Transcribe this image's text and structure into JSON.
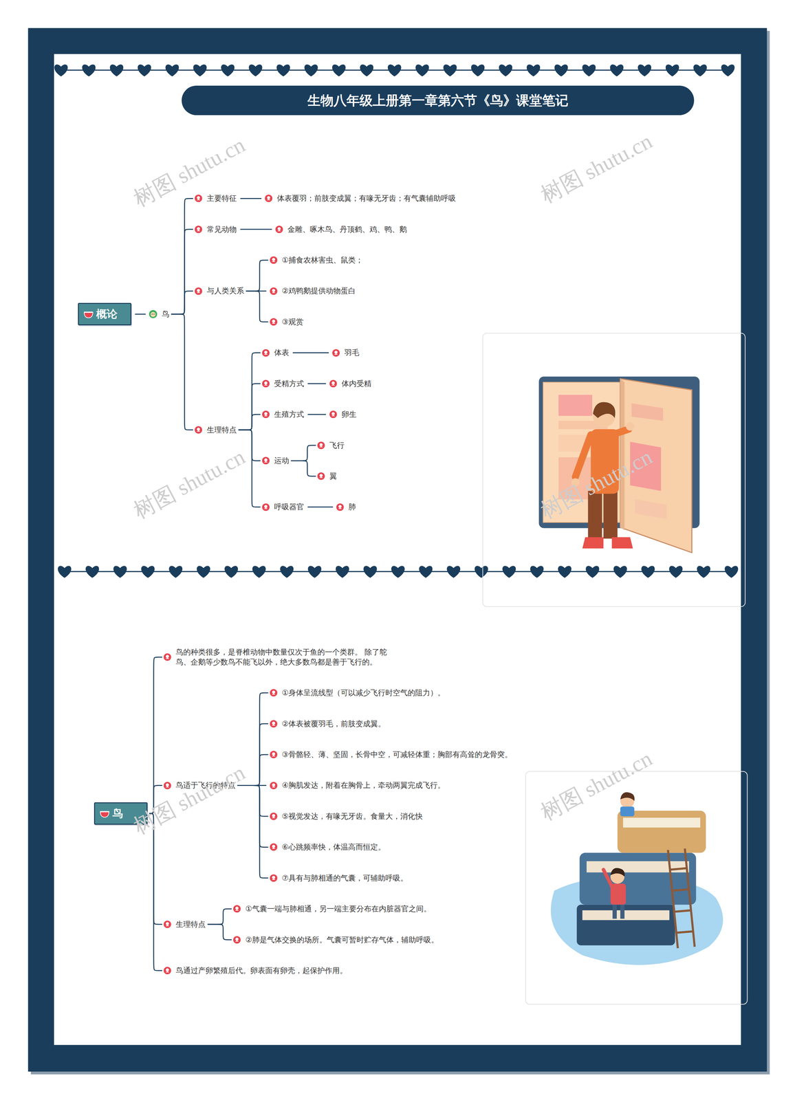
{
  "diagram": {
    "title": "生物八年级上册第一章第六节《鸟》课堂笔记",
    "nodes": [
      {
        "text": [
          "概论"
        ]
      },
      {
        "text": [
          "鸟"
        ]
      },
      {
        "text": [
          "主要特征"
        ]
      },
      {
        "text": [
          "体表覆羽；前肢变成翼；有喙无牙齿；有气囊辅助呼吸"
        ]
      },
      {
        "text": [
          "常见动物"
        ]
      },
      {
        "text": [
          "金雕、啄木鸟、丹顶鹤、鸡、鸭、鹅"
        ]
      },
      {
        "text": [
          "与人类关系"
        ]
      },
      {
        "text": [
          "①捕食农林害虫、鼠类；"
        ]
      },
      {
        "text": [
          "②鸡鸭鹅提供动物蛋白"
        ]
      },
      {
        "text": [
          "③观赏"
        ]
      },
      {
        "text": [
          "生理特点"
        ]
      },
      {
        "text": [
          "体表"
        ]
      },
      {
        "text": [
          "羽毛"
        ]
      },
      {
        "text": [
          "受精方式"
        ]
      },
      {
        "text": [
          "体内受精"
        ]
      },
      {
        "text": [
          "生殖方式"
        ]
      },
      {
        "text": [
          "卵生"
        ]
      },
      {
        "text": [
          "运动"
        ]
      },
      {
        "text": [
          "飞行"
        ]
      },
      {
        "text": [
          "翼"
        ]
      },
      {
        "text": [
          "呼吸器官"
        ]
      },
      {
        "text": [
          "肺"
        ]
      },
      {
        "text": [
          "鸟"
        ]
      },
      {
        "text": [
          "鸟的种类很多，是脊椎动物中数量仅次于鱼的一个类群。 除了鸵鸟、企鹅等少数鸟不能飞以外，绝大多数鸟都是善于飞行的。"
        ]
      },
      {
        "text": [
          "鸟适于飞行的特点"
        ]
      },
      {
        "text": [
          "①身体呈流线型（可以减少飞行时空气的阻力）。"
        ]
      },
      {
        "text": [
          "②体表被覆羽毛，前肢变成翼。"
        ]
      },
      {
        "text": [
          "③骨骼轻、薄、坚固，长骨中空，可减轻体重；胸部有高耸的龙骨突。"
        ]
      },
      {
        "text": [
          "④胸肌发达，附着在胸骨上，牵动两翼完成飞行。"
        ]
      },
      {
        "text": [
          "⑤视觉发达，有喙无牙齿。食量大，消化快"
        ]
      },
      {
        "text": [
          "⑥心跳频率快，体温高而恒定。"
        ]
      },
      {
        "text": [
          "⑦具有与肺相通的气囊，可辅助呼吸。"
        ]
      },
      {
        "text": [
          "生理特点"
        ]
      },
      {
        "text": [
          "①气囊一端与肺相通，另一端主要分布在内脏器官之间。"
        ]
      },
      {
        "text": [
          "②肺是气体交换的场所。气囊可暂时贮存气体，辅助呼吸。"
        ]
      },
      {
        "text": [
          "鸟通过产卵繁殖后代。卵表面有卵壳，起保护作用。"
        ]
      }
    ],
    "edges": [
      {
        "from": 0,
        "to": 1,
        "arrow": "none"
      },
      {
        "from": 1,
        "to": 2,
        "arrow": "none"
      },
      {
        "from": 1,
        "to": 4,
        "arrow": "none"
      },
      {
        "from": 1,
        "to": 6,
        "arrow": "none"
      },
      {
        "from": 1,
        "to": 10,
        "arrow": "none"
      },
      {
        "from": 2,
        "to": 3,
        "arrow": "none"
      },
      {
        "from": 4,
        "to": 5,
        "arrow": "none"
      },
      {
        "from": 6,
        "to": 7,
        "arrow": "none"
      },
      {
        "from": 6,
        "to": 8,
        "arrow": "none"
      },
      {
        "from": 6,
        "to": 9,
        "arrow": "none"
      },
      {
        "from": 10,
        "to": 11,
        "arrow": "none"
      },
      {
        "from": 10,
        "to": 13,
        "arrow": "none"
      },
      {
        "from": 10,
        "to": 15,
        "arrow": "none"
      },
      {
        "from": 10,
        "to": 17,
        "arrow": "none"
      },
      {
        "from": 10,
        "to": 20,
        "arrow": "none"
      },
      {
        "from": 11,
        "to": 12,
        "arrow": "none"
      },
      {
        "from": 13,
        "to": 14,
        "arrow": "none"
      },
      {
        "from": 15,
        "to": 16,
        "arrow": "none"
      },
      {
        "from": 17,
        "to": 18,
        "arrow": "none"
      },
      {
        "from": 17,
        "to": 19,
        "arrow": "none"
      },
      {
        "from": 20,
        "to": 21,
        "arrow": "none"
      },
      {
        "from": 22,
        "to": 23,
        "arrow": "none"
      },
      {
        "from": 22,
        "to": 24,
        "arrow": "none"
      },
      {
        "from": 22,
        "to": 32,
        "arrow": "none"
      },
      {
        "from": 22,
        "to": 35,
        "arrow": "none"
      },
      {
        "from": 24,
        "to": 25,
        "arrow": "none"
      },
      {
        "from": 24,
        "to": 26,
        "arrow": "none"
      },
      {
        "from": 24,
        "to": 27,
        "arrow": "none"
      },
      {
        "from": 24,
        "to": 28,
        "arrow": "none"
      },
      {
        "from": 24,
        "to": 29,
        "arrow": "none"
      },
      {
        "from": 24,
        "to": 30,
        "arrow": "none"
      },
      {
        "from": 24,
        "to": 31,
        "arrow": "none"
      },
      {
        "from": 32,
        "to": 33,
        "arrow": "none"
      },
      {
        "from": 32,
        "to": 34,
        "arrow": "none"
      }
    ],
    "labels": [
      "树图 shutu.cn",
      "树图 shutu.cn",
      "树图 shutu.cn",
      "树图 shutu.cn",
      "树图 shutu.cn",
      "树图 shutu.cn"
    ]
  }
}
